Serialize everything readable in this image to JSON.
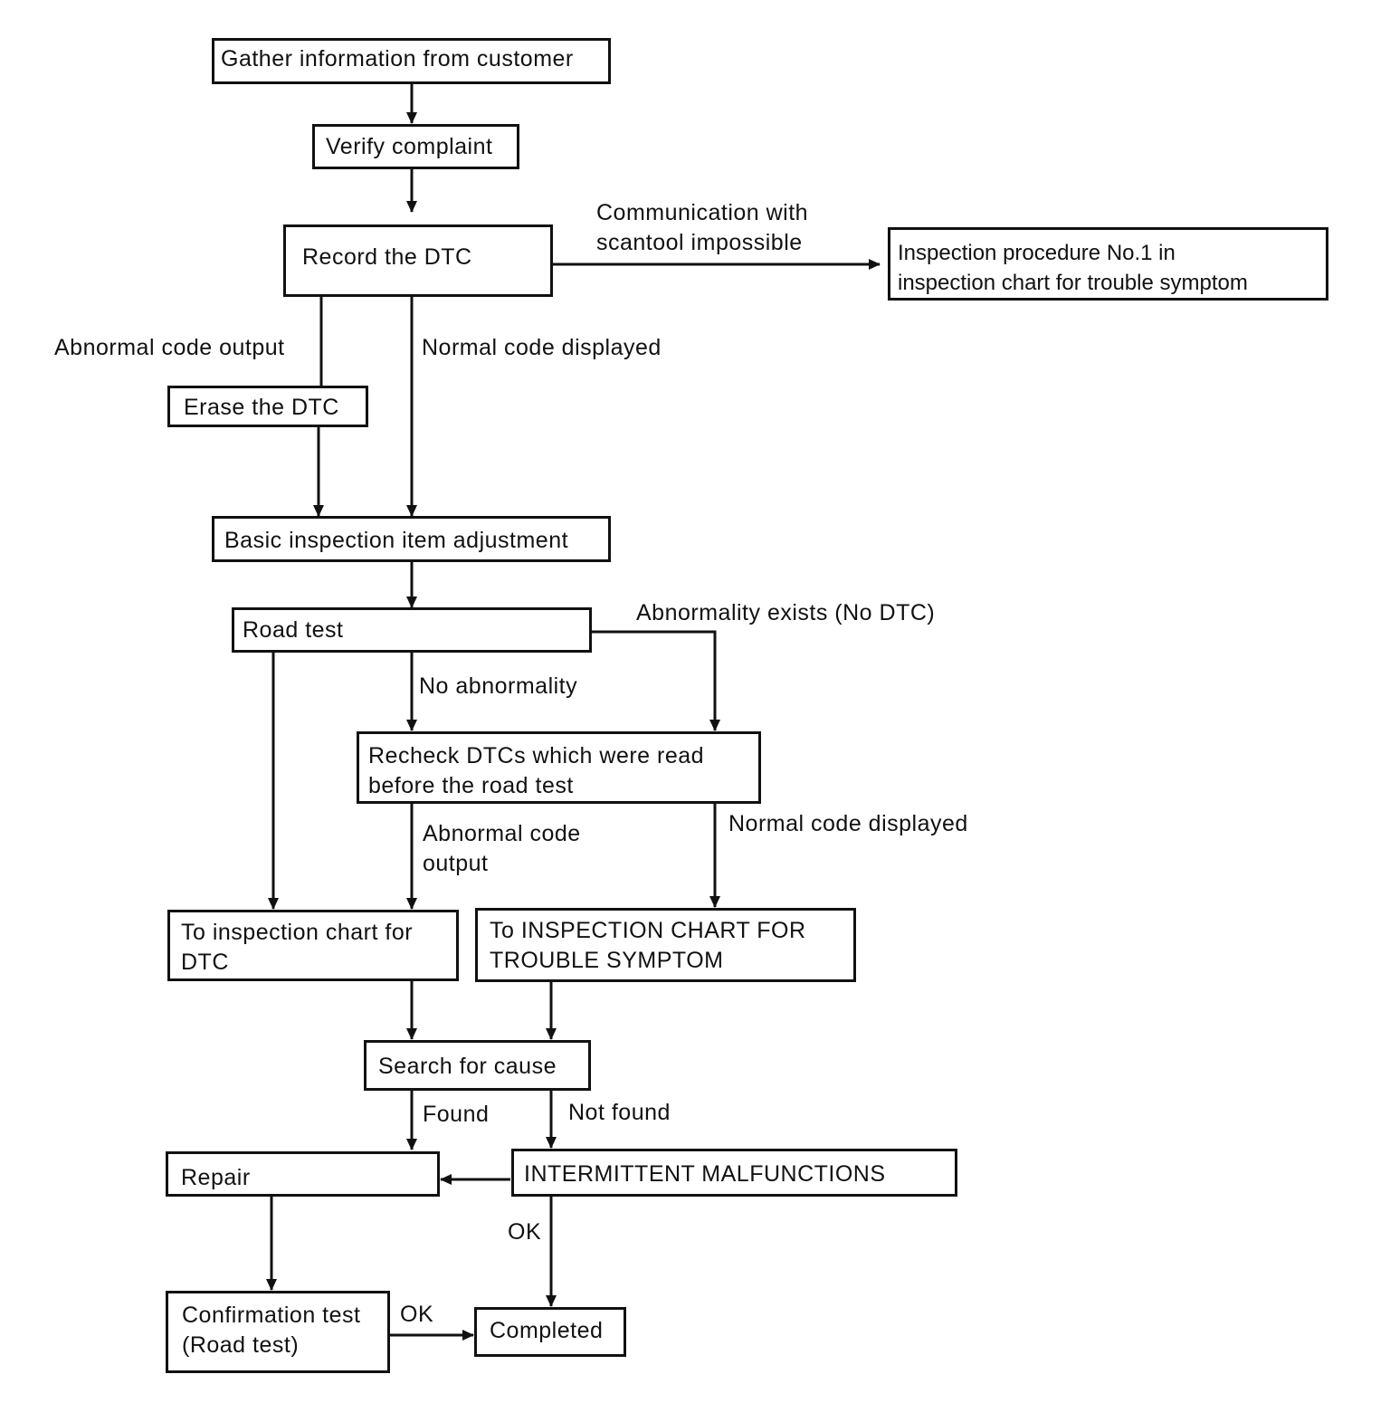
{
  "boxes": {
    "gather": "Gather information from customer",
    "verify": "Verify complaint",
    "record": "Record the DTC",
    "inspection_proc": "Inspection procedure No.1 in\ninspection chart for trouble symptom",
    "erase": "Erase the DTC",
    "basic": "Basic inspection item adjustment",
    "road_test": "Road test",
    "recheck": "Recheck DTCs which were read\nbefore the road test",
    "chart_dtc": "To inspection chart for\nDTC",
    "chart_symptom": "To INSPECTION CHART FOR\nTROUBLE SYMPTOM",
    "search": "Search for cause",
    "repair": "Repair",
    "intermittent": "INTERMITTENT MALFUNCTIONS",
    "confirm": "Confirmation test\n(Road test)",
    "completed": "Completed"
  },
  "labels": {
    "comm_impossible": "Communication with\nscantool impossible",
    "abnormal_code_1": "Abnormal code output",
    "normal_code_1": "Normal code displayed",
    "abnormality_exists": "Abnormality exists (No DTC)",
    "no_abnormality": "No abnormality",
    "abnormal_code_2": "Abnormal code\noutput",
    "normal_code_2": "Normal code displayed",
    "found": "Found",
    "not_found": "Not found",
    "ok_1": "OK",
    "ok_2": "OK"
  },
  "colors": {
    "line": "#111111",
    "background": "#ffffff"
  }
}
